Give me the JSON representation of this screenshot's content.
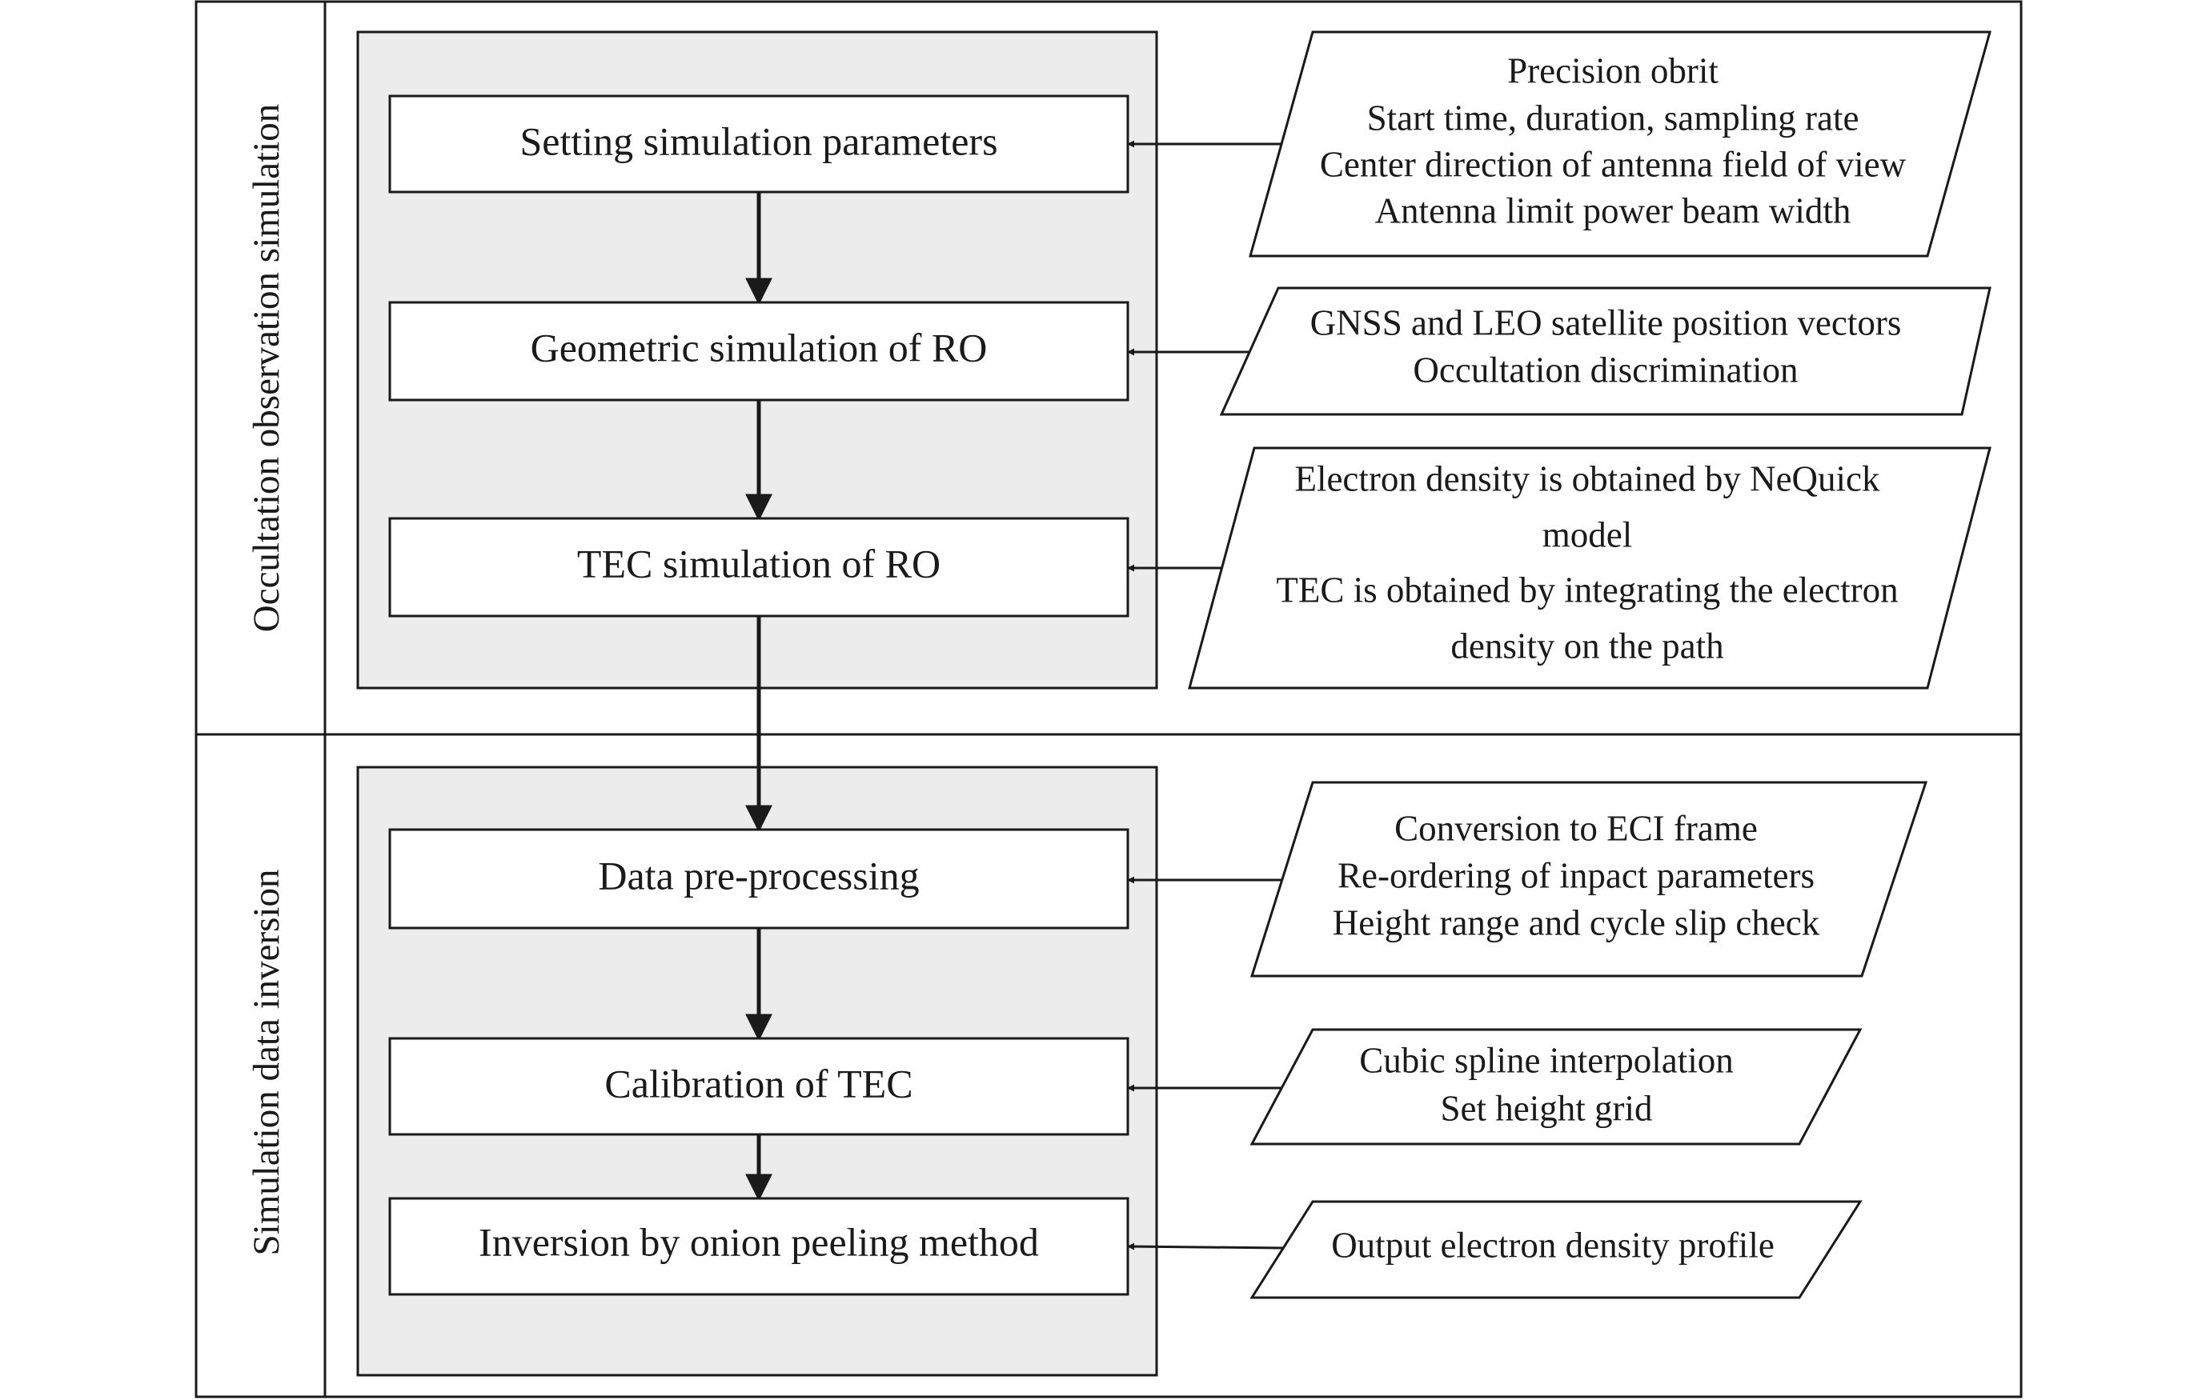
{
  "sections": [
    {
      "id": "simulation",
      "label": "Occultation observation simulation"
    },
    {
      "id": "inversion",
      "label": "Simulation data inversion"
    }
  ],
  "process_steps": [
    {
      "id": "setting",
      "label": "Setting simulation parameters"
    },
    {
      "id": "geometric",
      "label": "Geometric simulation of RO"
    },
    {
      "id": "tec",
      "label": "TEC simulation of RO"
    },
    {
      "id": "preprocessing",
      "label": "Data pre-processing"
    },
    {
      "id": "calibration",
      "label": "Calibration of TEC"
    },
    {
      "id": "inversion",
      "label": "Inversion by onion peeling method"
    }
  ],
  "inputs": [
    {
      "id": "setting",
      "lines": [
        "Precision obrit",
        "Start time, duration, sampling rate",
        "Center direction of antenna field of view",
        "Antenna limit power beam width"
      ]
    },
    {
      "id": "geometric",
      "lines": [
        "GNSS and LEO satellite position vectors",
        "Occultation discrimination"
      ]
    },
    {
      "id": "tec",
      "lines": [
        "Electron density is obtained by NeQuick",
        "model",
        "TEC is obtained by integrating the electron",
        "density on the path"
      ]
    },
    {
      "id": "preprocessing",
      "lines": [
        "Conversion to ECI frame",
        "Re-ordering of inpact parameters",
        "Height range and cycle slip check"
      ]
    },
    {
      "id": "calibration",
      "lines": [
        "Cubic spline interpolation",
        "Set height grid"
      ]
    },
    {
      "id": "inversion",
      "lines": [
        "Output electron density profile"
      ]
    }
  ],
  "colors": {
    "line": "#1a1a1a",
    "panel_fill": "#ececec",
    "box_fill": "#ffffff"
  }
}
